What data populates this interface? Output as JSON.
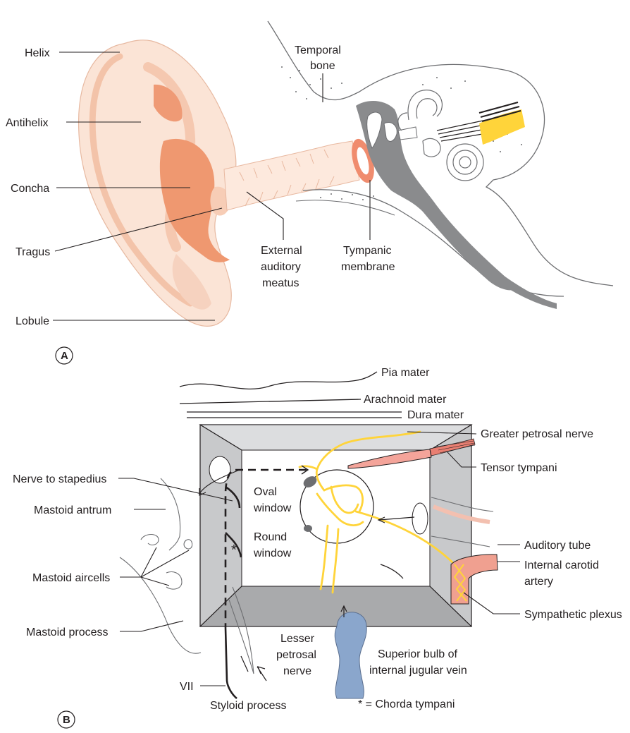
{
  "panel_a": {
    "letter": "A",
    "labels": {
      "helix": "Helix",
      "antihelix": "Antihelix",
      "concha": "Concha",
      "tragus": "Tragus",
      "lobule": "Lobule",
      "temporal_1": "Temporal",
      "temporal_2": "bone",
      "eam_1": "External",
      "eam_2": "auditory",
      "eam_3": "meatus",
      "tm_1": "Tympanic",
      "tm_2": "membrane"
    }
  },
  "panel_b": {
    "letter": "B",
    "labels": {
      "pia": "Pia mater",
      "arachnoid": "Arachnoid mater",
      "dura": "Dura mater",
      "gpn": "Greater petrosal nerve",
      "tensor": "Tensor tympani",
      "n_stapedius": "Nerve to stapedius",
      "mastoid_antrum": "Mastoid antrum",
      "oval_1": "Oval",
      "oval_2": "window",
      "round_1": "Round",
      "round_2": "window",
      "auditory_tube": "Auditory tube",
      "ica_1": "Internal carotid",
      "ica_2": "artery",
      "aircells": "Mastoid aircells",
      "symp": "Sympathetic plexus",
      "mastoid_process": "Mastoid process",
      "lpn_1": "Lesser",
      "lpn_2": "petrosal",
      "lpn_3": "nerve",
      "sb_1": "Superior bulb of",
      "sb_2": "internal jugular vein",
      "vii": "VII",
      "styloid": "Styloid process",
      "asterisk": "*",
      "chorda_key": "* = Chorda tympani"
    }
  },
  "colors": {
    "skin": "#f9dccb",
    "skin_dark": "#f0a37f",
    "concha": "#ef9870",
    "bone_gray": "#8a8b8d",
    "box_gray": "#c8c9cb",
    "box_face": "#dcdddf",
    "nerve_yellow": "#ffd43a",
    "muscle_pink": "#f4a49a",
    "vein_blue": "#8aa6cc",
    "artery_pink": "#f0a090"
  }
}
